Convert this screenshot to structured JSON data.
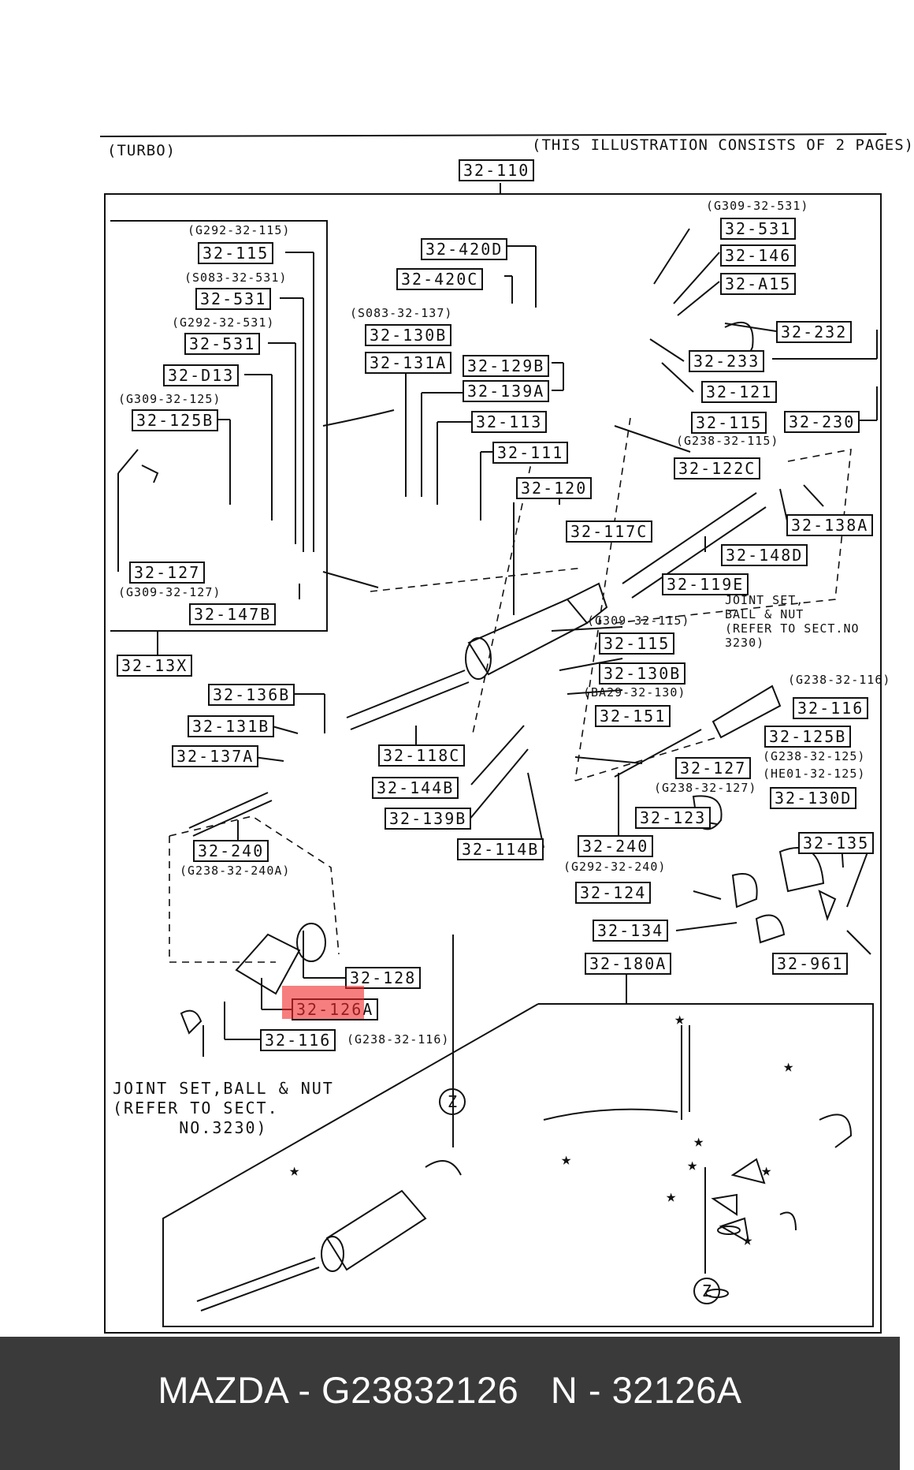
{
  "header": {
    "variant": "(TURBO)",
    "pages_note": "(THIS ILLUSTRATION CONSISTS OF  2 PAGES)"
  },
  "notes": {
    "joint_left": "JOINT SET,BALL & NUT\n(REFER TO SECT.\n      NO.3230)",
    "joint_right": "JOINT SET,\nBALL & NUT\n(REFER TO SECT.NO\n3230)"
  },
  "markers": {
    "z": "Z",
    "star": "★"
  },
  "parts": [
    "32-110",
    "32-531",
    "32-146",
    "32-A15",
    "32-232",
    "32-233",
    "32-121",
    "32-115",
    "32-230",
    "32-122C",
    "32-420D",
    "32-420C",
    "32-130B",
    "32-131A",
    "32-129B",
    "32-139A",
    "32-113",
    "32-111",
    "32-120",
    "32-117C",
    "32-115",
    "32-531",
    "32-531",
    "32-D13",
    "32-125B",
    "32-127",
    "32-147B",
    "32-13X",
    "32-138A",
    "32-148D",
    "32-119E",
    "32-115",
    "32-130B",
    "32-151",
    "32-116",
    "32-125B",
    "32-127",
    "32-130D",
    "32-136B",
    "32-131B",
    "32-137A",
    "32-118C",
    "32-144B",
    "32-139B",
    "32-114B",
    "32-240",
    "32-123",
    "32-135",
    "32-240",
    "32-124",
    "32-134",
    "32-961",
    "32-180A",
    "32-128",
    "32-126A",
    "32-116"
  ],
  "captions": [
    "(G309-32-531)",
    "(G292-32-115)",
    "(S083-32-531)",
    "(G292-32-531)",
    "(S083-32-137)",
    "(G309-32-125)",
    "(G238-32-115)",
    "(G309-32-127)",
    "(G309-32-115)",
    "(BA29-32-130)",
    "(G238-32-116)",
    "(G238-32-125)",
    "(HE01-32-125)",
    "(G238-32-127)",
    "(G292-32-240)",
    "(G238-32-240A)",
    "(G238-32-116)"
  ],
  "footer": {
    "text": "MAZDA - G23832126   N - 32126A"
  },
  "colors": {
    "highlight": "#f02828",
    "footer_bg": "#3a3a3a",
    "footer_text": "#ffffff",
    "ink": "#111111"
  }
}
